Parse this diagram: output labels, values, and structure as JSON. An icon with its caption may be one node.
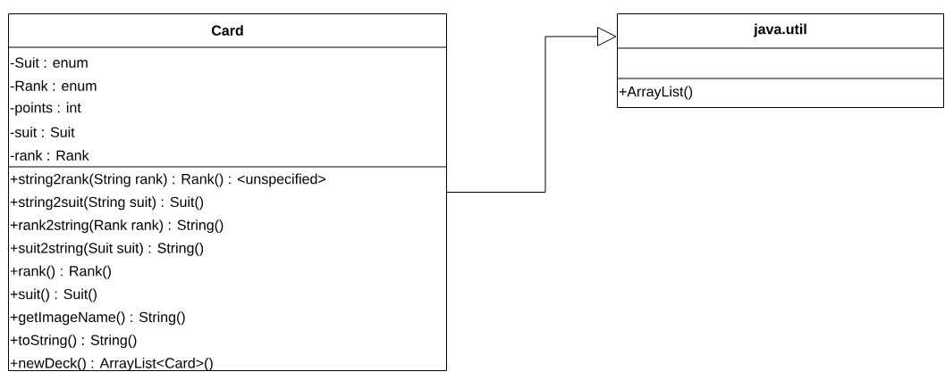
{
  "diagram": {
    "nodes": [
      {
        "text": [
          "Card",
          "-Suit : enum",
          "-Rank : enum",
          "-points : int",
          "-suit : Suit",
          "-rank : Rank",
          "+string2rank(String rank) : Rank() : <unspecified>",
          "+string2suit(String suit) : Suit()",
          "+rank2string(Rank rank) : String()",
          "+suit2string(Suit suit) : String()",
          "+rank() :  Rank()",
          "+suit() : Suit()",
          "+getImageName() : String()",
          "+toString() : String()",
          "+newDeck() : ArrayList<Card>()"
        ]
      },
      {
        "text": [
          "java.util",
          "+ArrayList()"
        ]
      }
    ],
    "edges": [
      {
        "from": 0,
        "to": 1,
        "arrow": "to"
      }
    ]
  }
}
